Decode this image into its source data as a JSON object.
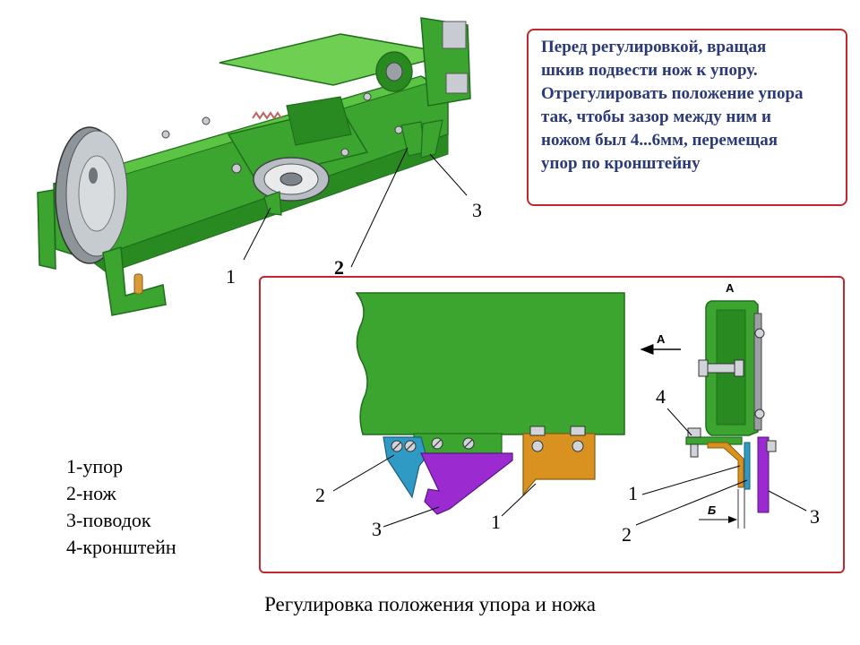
{
  "note": {
    "lines": [
      "Перед регулировкой, вращая",
      "шкив подвести нож к упору.",
      "Отрегулировать положение упора",
      "так, чтобы зазор между ним и",
      "ножом был 4...6мм, перемещая",
      "упор по кронштейну"
    ]
  },
  "legend": {
    "items": [
      "1-упор",
      "2-нож",
      "3-поводок",
      "4-кронштейн"
    ]
  },
  "caption": "Регулировка положения упора и ножа",
  "labels": {
    "iso": [
      "1",
      "2",
      "3"
    ],
    "detail": [
      "2",
      "3",
      "1"
    ],
    "section": [
      "4",
      "1",
      "2",
      "3"
    ],
    "view": "A",
    "section_view": "A",
    "gap": "Б"
  },
  "colors": {
    "frame_green": "#3ba52f",
    "frame_dark": "#1f6e1c",
    "stop_orange": "#d9921f",
    "knife_blue": "#2f9bc4",
    "driver_purple": "#9b2bd1",
    "border_red": "#c0282d",
    "note_text": "#2a3a78"
  }
}
